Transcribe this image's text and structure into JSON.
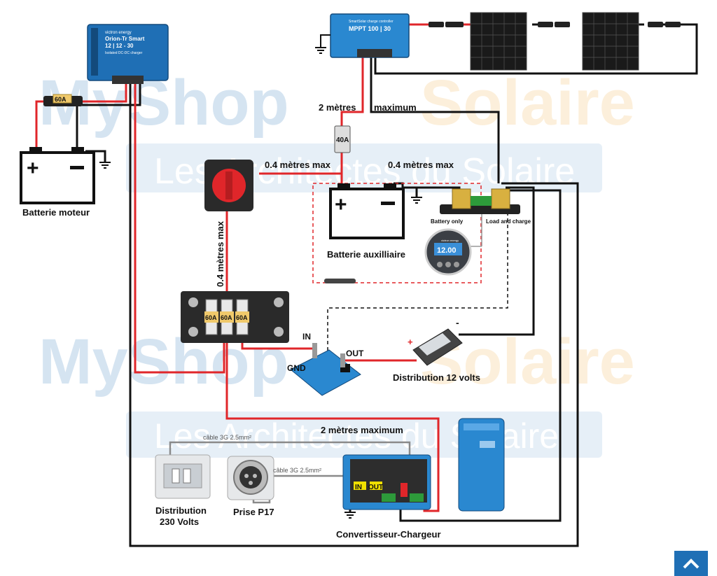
{
  "watermark": {
    "brand": "MyShop",
    "brand2": "Solaire",
    "tagline": "Les Architectes du Solaire"
  },
  "devices": {
    "orion_brand": "victron energy",
    "orion_title": "Orion-Tr Smart",
    "orion_model": "12 | 12 - 30",
    "orion_sub": "Isolated DC-DC charger",
    "mppt_title": "SmartSolar charge controller",
    "mppt_model": "MPPT 100 | 30",
    "monitor_readout": "12.00",
    "monitor_brand": "victron energy"
  },
  "fuses": {
    "engine_fuse": "60A",
    "solar_fuse": "40A",
    "busbar_1": "60A",
    "busbar_2": "60A",
    "busbar_3": "60A"
  },
  "labels": {
    "batterie_moteur": "Batterie moteur",
    "batterie_aux": "Batterie auxilliaire",
    "deux_metres": "2 mètres",
    "maximum": "maximum",
    "dist_04_a": "0.4 mètres max",
    "dist_04_b": "0.4 mètres max",
    "dist_04_c": "0.4 mètres max",
    "battery_only": "Battery only",
    "load_and_charge": "Load and charge",
    "in": "IN",
    "out": "OUT",
    "gnd": "GND",
    "plus": "+",
    "minus": "-",
    "distribution_12": "Distribution 12 volts",
    "deux_metres_max": "2 mètres maximum",
    "cable_3g_1": "câble 3G 2.5mm²",
    "cable_3g_2": "câble 3G 2.5mm²",
    "distribution_230_l1": "Distribution",
    "distribution_230_l2": "230 Volts",
    "prise_p17": "Prise P17",
    "inv_in": "IN",
    "inv_out": "OUT",
    "convertisseur": "Convertisseur-Chargeur"
  },
  "colors": {
    "red": "#e0262a",
    "black": "#111111",
    "victron_blue": "#1f6fb5",
    "dash_red": "#e0262a"
  }
}
